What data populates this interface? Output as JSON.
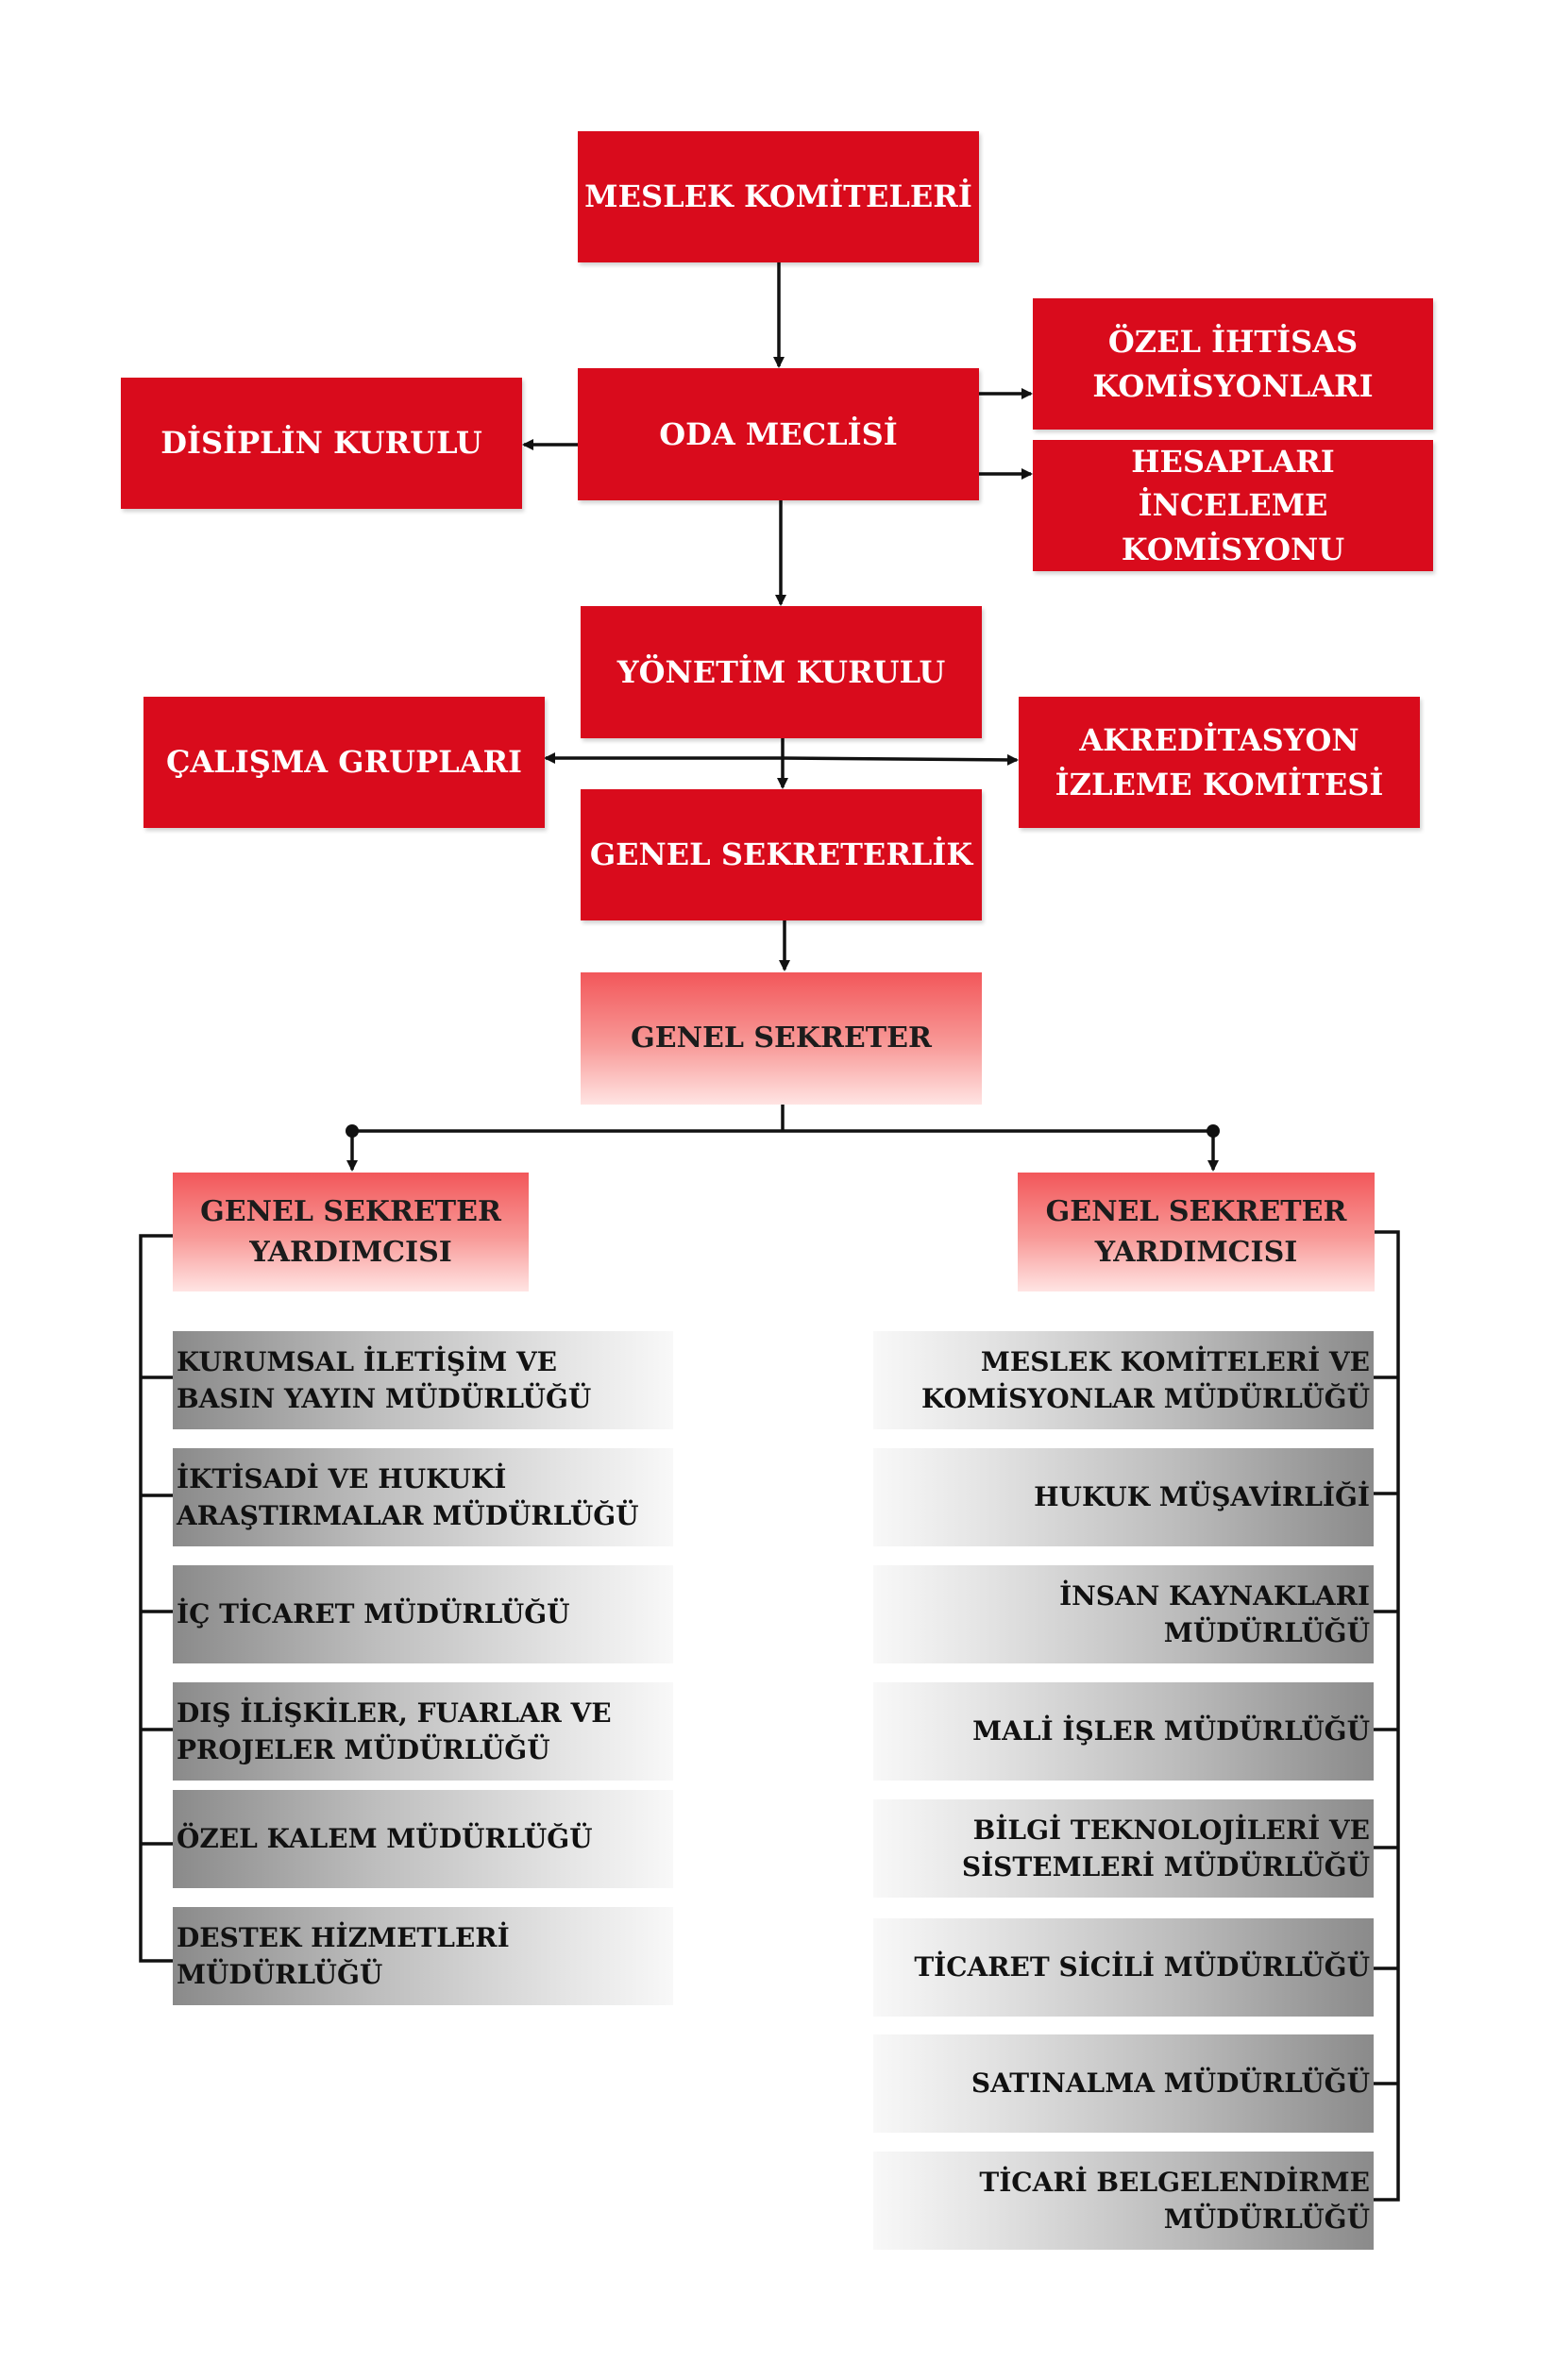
{
  "top": {
    "meslek_komiteleri": "MESLEK KOMİTELERİ",
    "oda_meclisi": "ODA MECLİSİ",
    "disiplin_kurulu": "DİSİPLİN KURULU",
    "ozel_ihtisas": "ÖZEL İHTİSAS\nKOMİSYONLARI",
    "hesaplari_inceleme": "HESAPLARI İNCELEME\nKOMİSYONU",
    "yonetim_kurulu": "YÖNETİM KURULU",
    "calisma_gruplari": "ÇALIŞMA GRUPLARI",
    "akreditasyon": "AKREDİTASYON\nİZLEME KOMİTESİ",
    "genel_sekreterlik": "GENEL SEKRETERLİK",
    "genel_sekreter": "GENEL SEKRETER"
  },
  "left_branch": {
    "deputy": "GENEL SEKRETER\nYARDIMCISI",
    "units": [
      "KURUMSAL İLETİŞİM VE\nBASIN YAYIN MÜDÜRLÜĞÜ",
      "İKTİSADİ VE HUKUKİ\nARAŞTIRMALAR MÜDÜRLÜĞÜ",
      "İÇ TİCARET MÜDÜRLÜĞÜ",
      "DIŞ İLİŞKİLER, FUARLAR VE\nPROJELER MÜDÜRLÜĞÜ",
      "ÖZEL KALEM MÜDÜRLÜĞÜ",
      "DESTEK HİZMETLERİ MÜDÜRLÜĞÜ"
    ]
  },
  "right_branch": {
    "deputy": "GENEL SEKRETER\nYARDIMCISI",
    "units": [
      "MESLEK KOMİTELERİ VE\nKOMİSYONLAR MÜDÜRLÜĞÜ",
      "HUKUK MÜŞAVİRLİĞİ",
      "İNSAN KAYNAKLARI MÜDÜRLÜĞÜ",
      "MALİ İŞLER MÜDÜRLÜĞÜ",
      "BİLGİ TEKNOLOJİLERİ VE\nSİSTEMLERİ MÜDÜRLÜĞÜ",
      "TİCARET SİCİLİ MÜDÜRLÜĞÜ",
      "SATINALMA MÜDÜRLÜĞÜ",
      "TİCARİ BELGELENDİRME\nMÜDÜRLÜĞÜ"
    ]
  },
  "colors": {
    "primary_red": "#d90b1c",
    "connector": "#111111"
  }
}
